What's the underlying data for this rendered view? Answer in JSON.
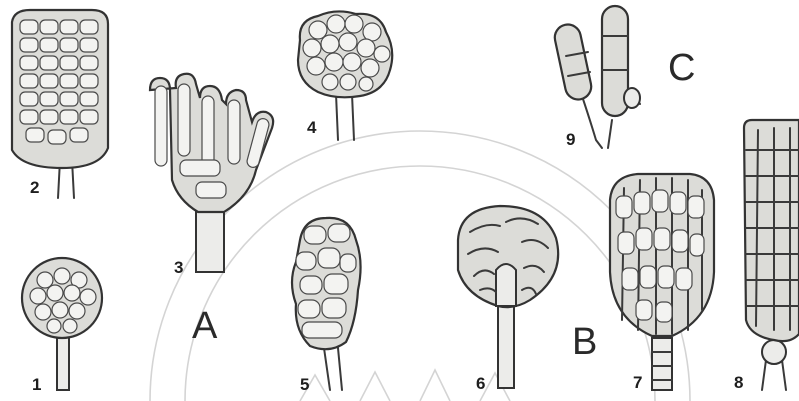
{
  "figure": {
    "group_labels": {
      "a": "A",
      "b": "B",
      "c": "C"
    },
    "numbers": {
      "n1": "1",
      "n2": "2",
      "n3": "3",
      "n4": "4",
      "n5": "5",
      "n6": "6",
      "n7": "7",
      "n8": "8",
      "n9": "9"
    }
  }
}
